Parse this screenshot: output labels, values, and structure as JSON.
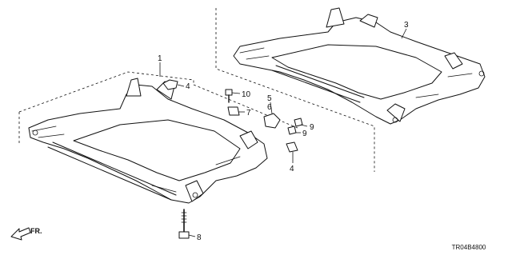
{
  "diagram": {
    "catalog_code": "TR04B4800",
    "direction_label": "FR.",
    "callouts": [
      "1",
      "3",
      "4",
      "10",
      "7",
      "5",
      "6",
      "9",
      "9",
      "4",
      "8"
    ]
  }
}
